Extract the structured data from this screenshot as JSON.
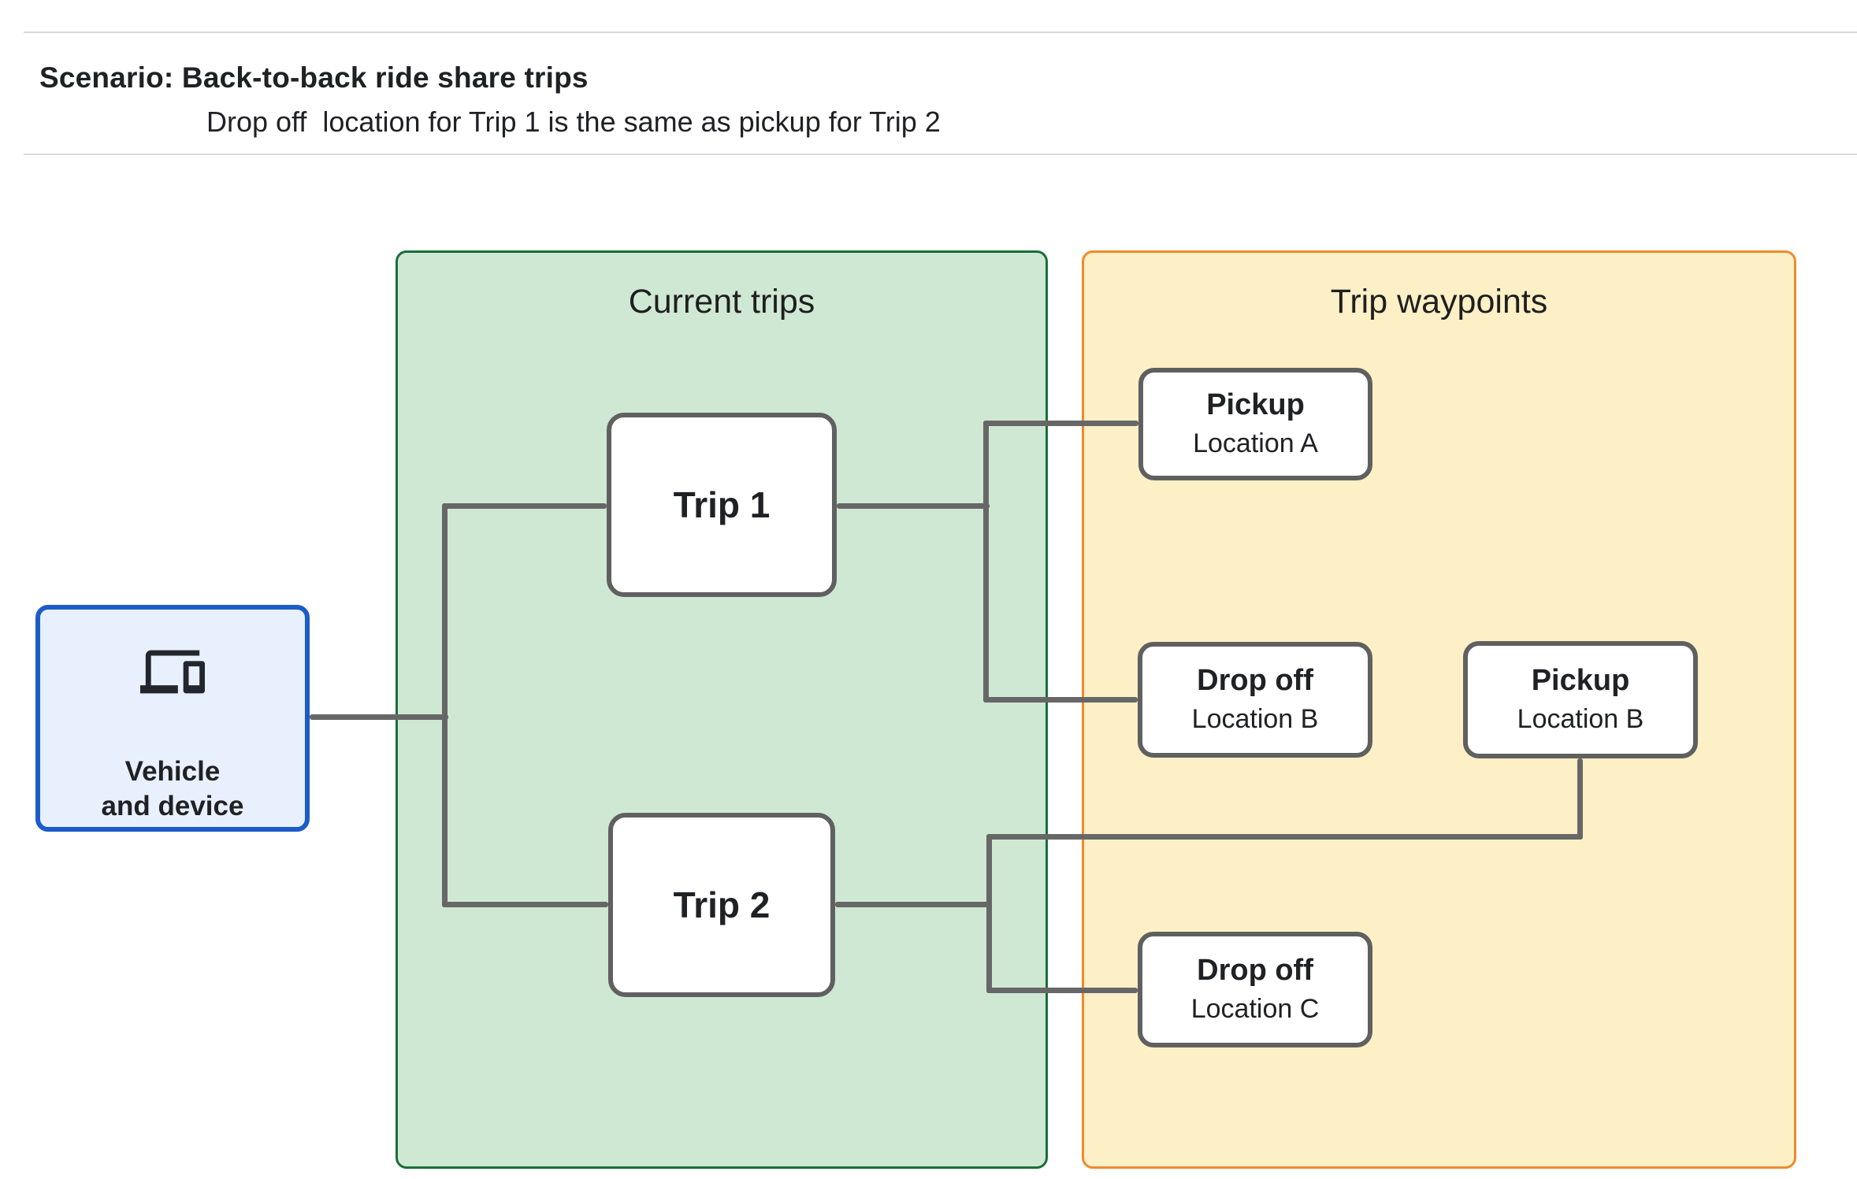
{
  "header": {
    "title": "Scenario: Back-to-back ride share trips",
    "subtitle": "Drop off  location for Trip 1 is the same as pickup for Trip 2"
  },
  "vehicle_node": {
    "line1": "Vehicle",
    "line2": "and device",
    "icon": "devices-icon",
    "fill": "#e8f0fe",
    "border": "#1b5cc8"
  },
  "containers": {
    "current_trips": {
      "title": "Current trips",
      "fill": "#cfe8d4",
      "border": "#1a6e38"
    },
    "trip_waypoints": {
      "title": "Trip waypoints",
      "fill": "#fdf0c6",
      "border": "#f08a2b"
    }
  },
  "trip_nodes": [
    {
      "label": "Trip 1"
    },
    {
      "label": "Trip 2"
    }
  ],
  "waypoint_nodes": [
    {
      "title": "Pickup",
      "subtitle": "Location A"
    },
    {
      "title": "Drop off",
      "subtitle": "Location B"
    },
    {
      "title": "Pickup",
      "subtitle": "Location B"
    },
    {
      "title": "Drop off",
      "subtitle": "Location C"
    }
  ],
  "edges": {
    "color": "#676767",
    "connections": [
      "Vehicle and device - Trip 1",
      "Vehicle and device - Trip 2",
      "Trip 1 - Pickup Location A",
      "Trip 1 - Drop off Location B",
      "Trip 2 - Pickup Location B",
      "Trip 2 - Drop off Location C"
    ]
  }
}
